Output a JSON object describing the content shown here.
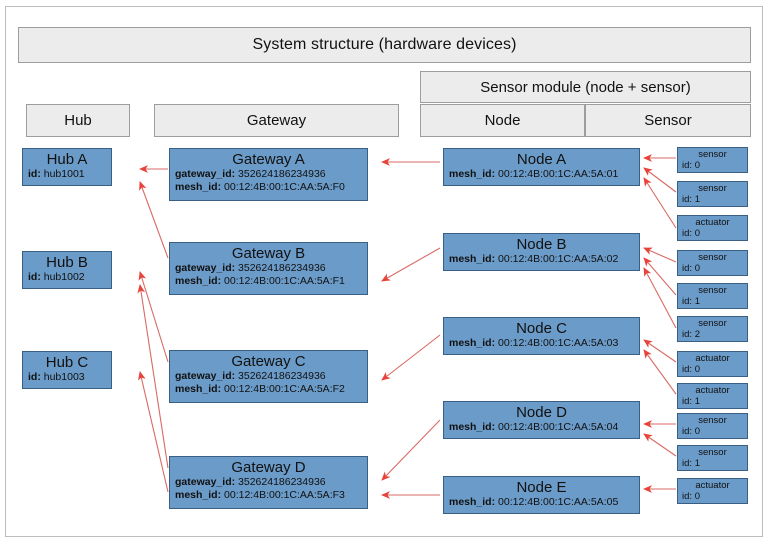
{
  "diagram": {
    "title": "System structure (hardware devices)",
    "group_header": "Sensor module (node + sensor)",
    "columns": {
      "hub": "Hub",
      "gateway": "Gateway",
      "node": "Node",
      "sensor": "Sensor"
    },
    "colors": {
      "entity_fill": "#6b9bc8",
      "entity_border": "#3a5f84",
      "header_fill": "#ececec",
      "header_border": "#9d9d9d",
      "arrow": "#e8433a",
      "arrow_line": "#d96a64",
      "page_bg": "#ffffff"
    }
  },
  "hubs": [
    {
      "title": "Hub A",
      "id_label": "id:",
      "id_value": "hub1001"
    },
    {
      "title": "Hub B",
      "id_label": "id:",
      "id_value": "hub1002"
    },
    {
      "title": "Hub C",
      "id_label": "id:",
      "id_value": "hub1003"
    }
  ],
  "gateways": [
    {
      "title": "Gateway A",
      "gateway_id_label": "gateway_id:",
      "gateway_id_value": "352624186234936",
      "mesh_id_label": "mesh_id:",
      "mesh_id_value": "00:12:4B:00:1C:AA:5A:F0"
    },
    {
      "title": "Gateway B",
      "gateway_id_label": "gateway_id:",
      "gateway_id_value": "352624186234936",
      "mesh_id_label": "mesh_id:",
      "mesh_id_value": "00:12:4B:00:1C:AA:5A:F1"
    },
    {
      "title": "Gateway C",
      "gateway_id_label": "gateway_id:",
      "gateway_id_value": "352624186234936",
      "mesh_id_label": "mesh_id:",
      "mesh_id_value": "00:12:4B:00:1C:AA:5A:F2"
    },
    {
      "title": "Gateway D",
      "gateway_id_label": "gateway_id:",
      "gateway_id_value": "352624186234936",
      "mesh_id_label": "mesh_id:",
      "mesh_id_value": "00:12:4B:00:1C:AA:5A:F3"
    }
  ],
  "nodes": [
    {
      "title": "Node A",
      "mesh_id_label": "mesh_id:",
      "mesh_id_value": "00:12:4B:00:1C:AA:5A:01"
    },
    {
      "title": "Node B",
      "mesh_id_label": "mesh_id:",
      "mesh_id_value": "00:12:4B:00:1C:AA:5A:02"
    },
    {
      "title": "Node C",
      "mesh_id_label": "mesh_id:",
      "mesh_id_value": "00:12:4B:00:1C:AA:5A:03"
    },
    {
      "title": "Node D",
      "mesh_id_label": "mesh_id:",
      "mesh_id_value": "00:12:4B:00:1C:AA:5A:04"
    },
    {
      "title": "Node E",
      "mesh_id_label": "mesh_id:",
      "mesh_id_value": "00:12:4B:00:1C:AA:5A:05"
    }
  ],
  "peripherals": [
    {
      "kind": "sensor",
      "id_label": "id:",
      "id_value": "0"
    },
    {
      "kind": "sensor",
      "id_label": "id:",
      "id_value": "1"
    },
    {
      "kind": "actuator",
      "id_label": "id:",
      "id_value": "0"
    },
    {
      "kind": "sensor",
      "id_label": "id:",
      "id_value": "0"
    },
    {
      "kind": "sensor",
      "id_label": "id:",
      "id_value": "1"
    },
    {
      "kind": "sensor",
      "id_label": "id:",
      "id_value": "2"
    },
    {
      "kind": "actuator",
      "id_label": "id:",
      "id_value": "0"
    },
    {
      "kind": "actuator",
      "id_label": "id:",
      "id_value": "1"
    },
    {
      "kind": "sensor",
      "id_label": "id:",
      "id_value": "0"
    },
    {
      "kind": "sensor",
      "id_label": "id:",
      "id_value": "1"
    },
    {
      "kind": "actuator",
      "id_label": "id:",
      "id_value": "0"
    }
  ]
}
